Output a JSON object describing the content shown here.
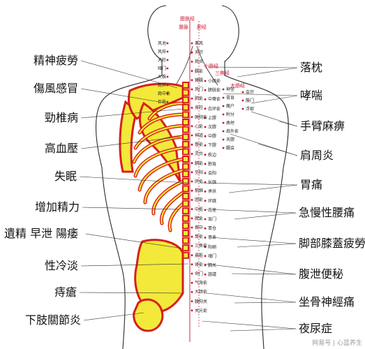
{
  "labels_left": [
    "精神疲勞",
    "傷風感冒",
    "勁椎病",
    "高血壓",
    "失眠",
    "增加精力",
    "遺精 早泄 陽痿",
    "性冷淡",
    "痔瘡",
    "下肢關節炎"
  ],
  "labels_right": [
    "落枕",
    "哮喘",
    "手臂麻痹",
    "肩周炎",
    "胃痛",
    "急慢性腰痛",
    "脚部膝蓋疲勞",
    "腹泄便秘",
    "坐骨神經痛",
    "夜尿症"
  ],
  "meridians_top": [
    "膀胱经",
    "督脉",
    "胆经"
  ],
  "meridians_side": [
    "小肠经",
    "三焦经",
    "大肠经"
  ],
  "points": [
    "风池",
    "风府",
    "天柱",
    "哑门",
    "大椎",
    "肩井",
    "肩中俞",
    "巨骨",
    "秉风",
    "天宗",
    "肩贞",
    "臑俞",
    "臂臑",
    "风门",
    "肺俞",
    "身柱",
    "厥阴俞",
    "心俞",
    "神道",
    "督俞",
    "灵台",
    "膈俞",
    "至阳",
    "肝俞",
    "筋缩",
    "胆俞",
    "中枢",
    "脾俞",
    "脊中",
    "胃俞",
    "三焦俞",
    "悬枢",
    "肾俞",
    "命门",
    "气海俞",
    "大肠俞",
    "腰阳关",
    "关元俞",
    "小肠俞",
    "膀胱俞",
    "中膂俞",
    "白环俞",
    "上髎",
    "次髎",
    "中髎",
    "下髎",
    "秩边",
    "胞肓",
    "会阳",
    "长强",
    "承扶",
    "环跳",
    "志室",
    "肓门",
    "胃仓",
    "意舍",
    "阳纲",
    "魂门",
    "膈关",
    "譩譆",
    "神堂",
    "膏肓",
    "魄户",
    "附分",
    "曲垣",
    "肩外俞",
    "天髎",
    "臑会",
    "会宗",
    "殷门",
    "浮郄"
  ],
  "watermark": "网易号 | 心蓝养生"
}
